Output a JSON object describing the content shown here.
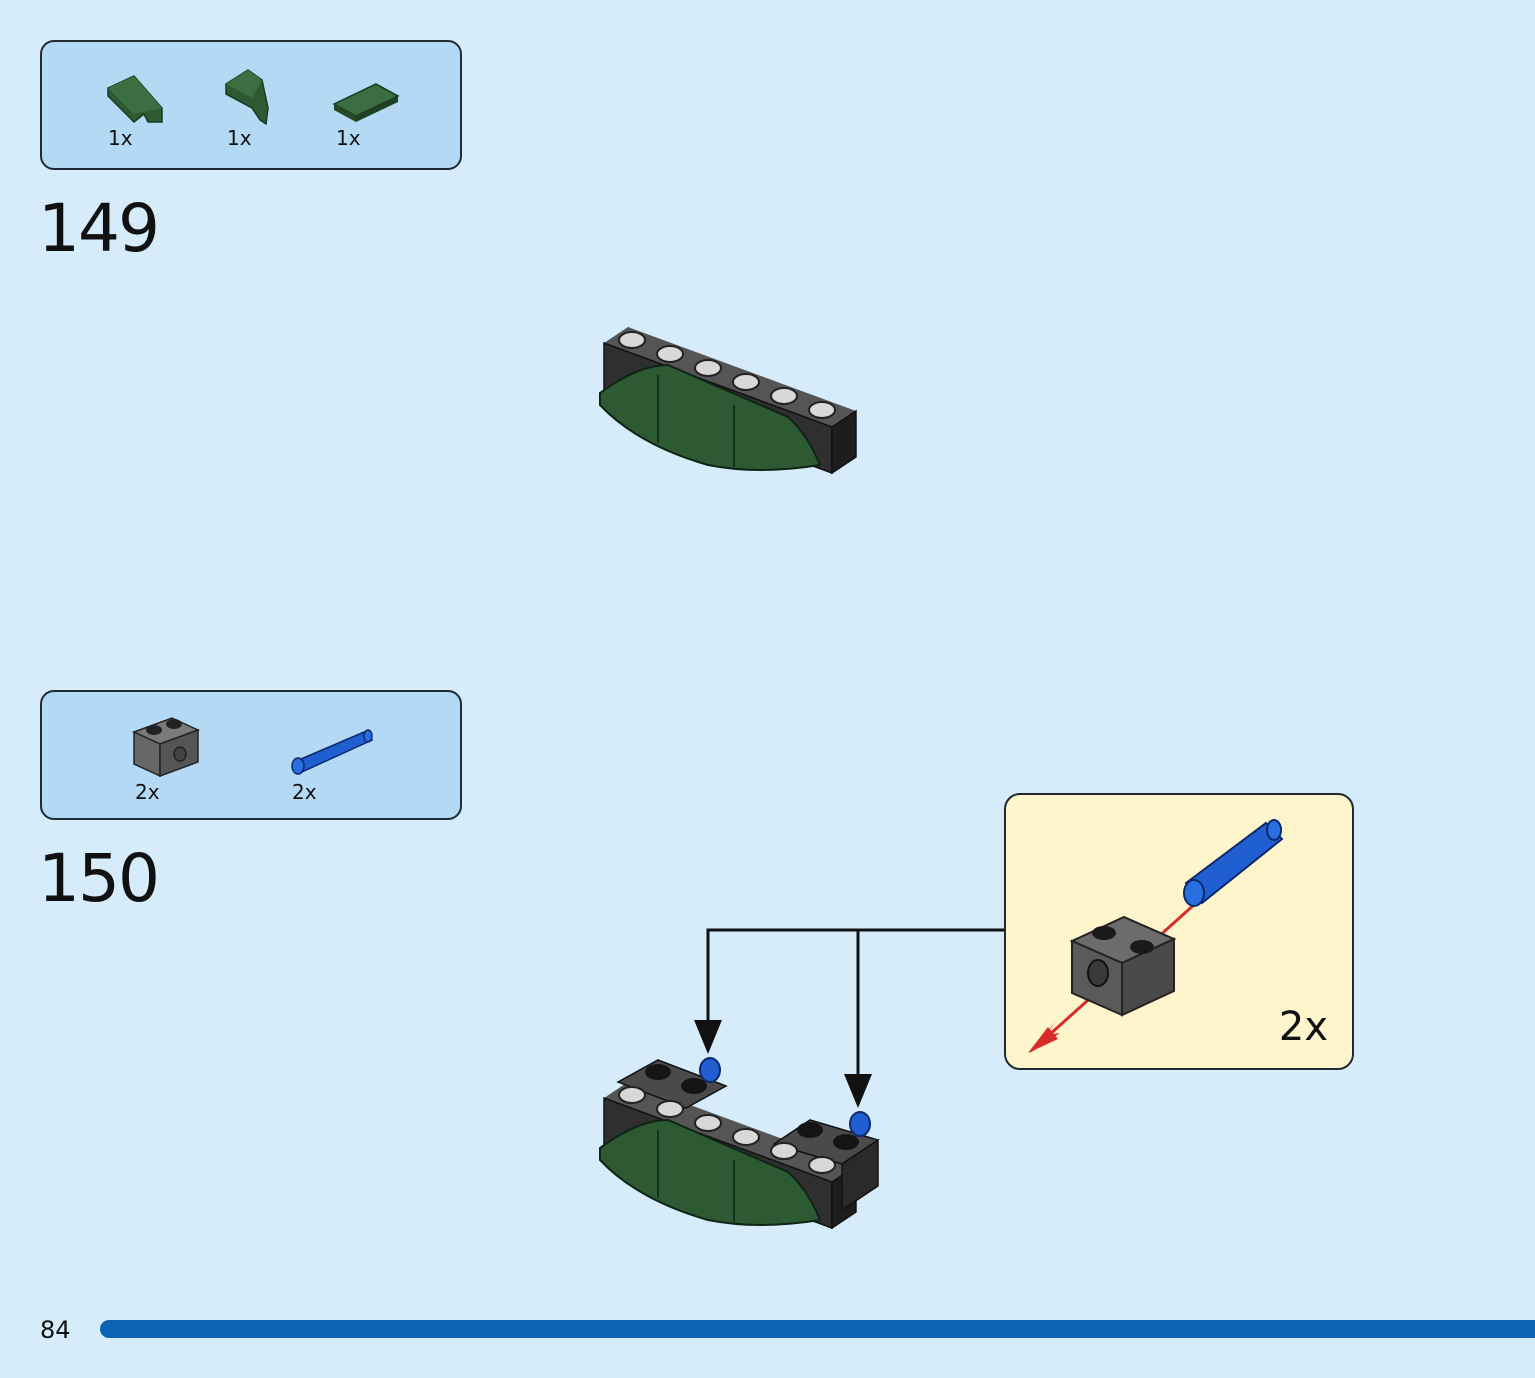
{
  "page": {
    "number": "84"
  },
  "steps": [
    {
      "number": "149",
      "parts": [
        {
          "icon": "dark-green-wedge-plate-icon",
          "qty": "1x"
        },
        {
          "icon": "dark-green-wedge-slope-icon",
          "qty": "1x"
        },
        {
          "icon": "dark-green-tile-icon",
          "qty": "1x"
        }
      ]
    },
    {
      "number": "150",
      "parts": [
        {
          "icon": "dark-gray-technic-brick-icon",
          "qty": "2x"
        },
        {
          "icon": "blue-technic-pin-icon",
          "qty": "2x"
        }
      ],
      "callout": {
        "qty": "2x"
      }
    }
  ],
  "colors": {
    "background": "#d6ecfb",
    "parts_panel": "#b4d9f5",
    "callout_panel": "#fff5cc",
    "accent_bar": "#0b63b5",
    "dark_green": "#2d5a32",
    "dark_gray": "#3a3a3a",
    "blue": "#1f5fd1",
    "arrow_red": "#d92b2b"
  }
}
